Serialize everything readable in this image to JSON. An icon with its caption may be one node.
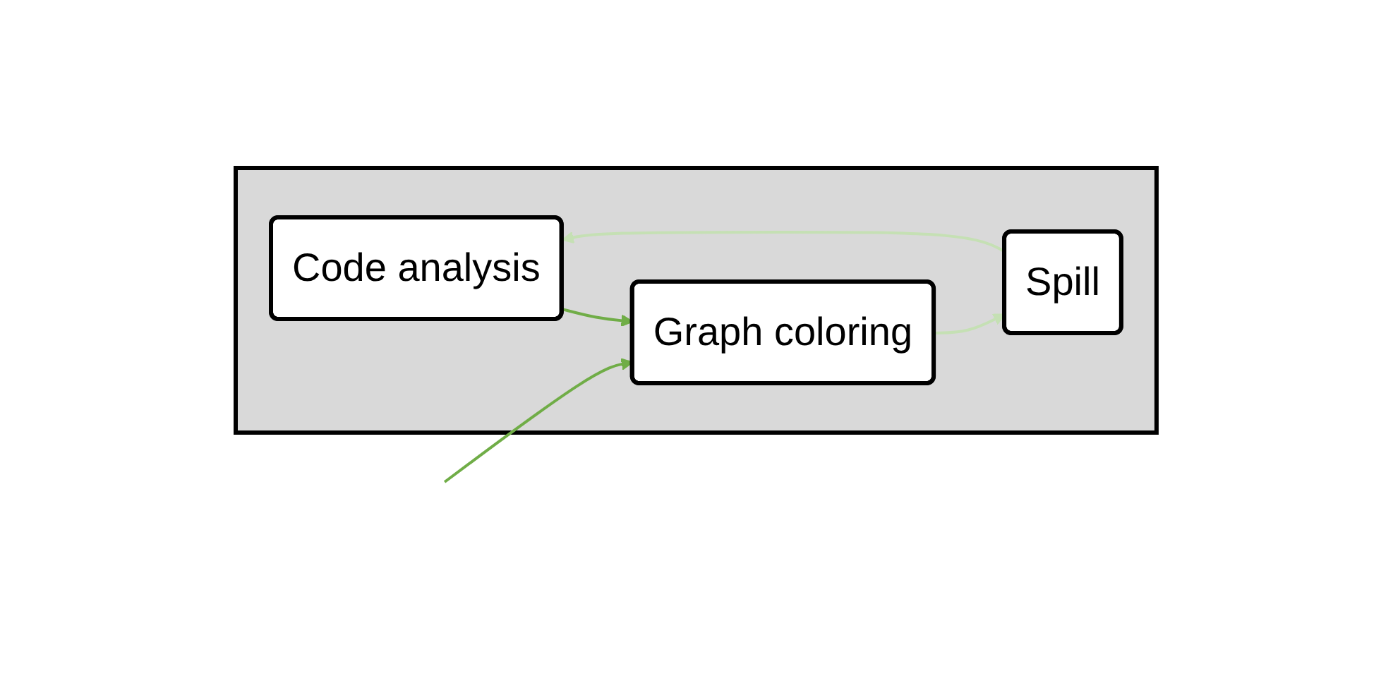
{
  "diagram": {
    "nodes": [
      {
        "text": [],
        "shape": "box"
      },
      {
        "text": [
          "Code analysis"
        ],
        "in": 0
      },
      {
        "text": [
          "Graph coloring"
        ],
        "in": 0
      },
      {
        "text": [
          "Spill"
        ],
        "in": 0
      }
    ],
    "edges": [
      {
        "from": 1,
        "to": 2,
        "arrow": "to",
        "color": "#70ad47"
      },
      {
        "from": 2,
        "to": 3,
        "arrow": "to",
        "color": "#c5e0b4"
      },
      {
        "from": 3,
        "to": 1,
        "arrow": "to",
        "color": "#c5e0b4"
      },
      {
        "from": null,
        "to": 2,
        "arrow": "to",
        "color": "#70ad47"
      }
    ]
  }
}
